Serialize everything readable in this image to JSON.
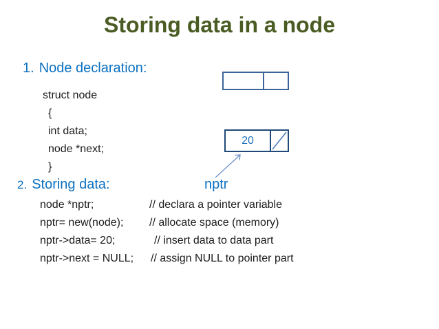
{
  "title": "Storing data in a node",
  "colors": {
    "title_green": "#4a5c23",
    "heading_blue": "#0c70c0",
    "box1_border": "#3a6596",
    "box2_border": "#1f4978",
    "value_blue": "#2173be",
    "arrow_blue": "#6b8fc9",
    "code_text": "#1b1b1b"
  },
  "section1": {
    "number": "1.",
    "heading": "Node declaration:",
    "code_lines": [
      "struct node",
      "{",
      "int data;",
      "node *next;",
      "}"
    ]
  },
  "section2": {
    "number": "2.",
    "heading": "Storing data:",
    "pointer_label": "nptr",
    "lines": [
      {
        "code": "node *nptr;",
        "comment": "// declara a pointer variable"
      },
      {
        "code": "nptr= new(node);",
        "comment": "// allocate space (memory)"
      },
      {
        "code": "nptr->data= 20;",
        "comment": "// insert data to data part"
      },
      {
        "code": "nptr->next = NULL;",
        "comment": "// assign NULL to pointer part"
      }
    ]
  },
  "diagram": {
    "empty_node": {
      "data_cell": "",
      "next_cell": ""
    },
    "filled_node": {
      "data_value": "20",
      "next_cell_meaning": "NULL (diagonal slash)"
    }
  }
}
